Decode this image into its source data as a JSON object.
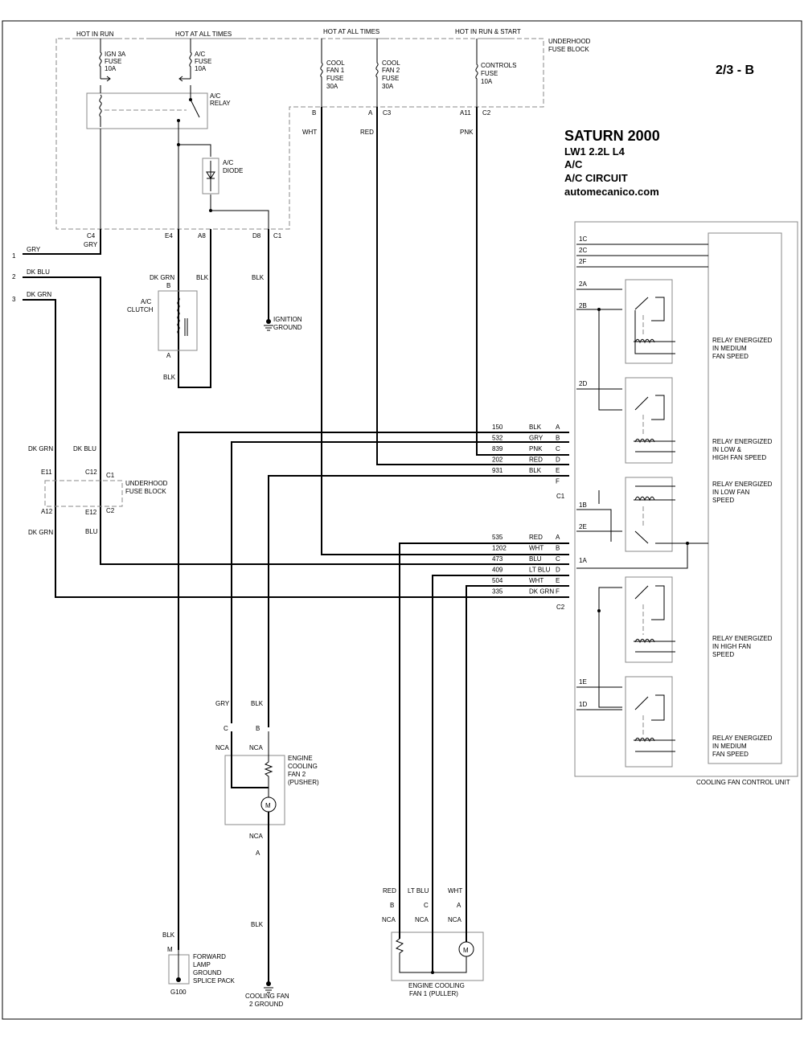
{
  "header": {
    "page": "2/3 - B",
    "make": "SATURN 2000",
    "engine": "LW1   2.2L  L4",
    "system": "A/C",
    "circuit": "A/C CIRCUIT",
    "site": "automecanico.com"
  },
  "power": {
    "hot_in_run": "HOT IN RUN",
    "hot_all_times_1": "HOT AT ALL TIMES",
    "hot_all_times_2": "HOT AT ALL TIMES",
    "hot_run_start": "HOT IN RUN & START"
  },
  "fuse_block": {
    "label1": "UNDERHOOD",
    "label2": "FUSE BLOCK"
  },
  "fuses": [
    {
      "l1": "IGN 3A",
      "l2": "FUSE",
      "l3": "10A"
    },
    {
      "l1": "A/C",
      "l2": "FUSE",
      "l3": "10A"
    },
    {
      "l1": "COOL",
      "l2": "FAN 1",
      "l3": "FUSE",
      "l4": "30A"
    },
    {
      "l1": "COOL",
      "l2": "FAN 2",
      "l3": "FUSE",
      "l4": "30A"
    },
    {
      "l1": "CONTROLS",
      "l2": "FUSE",
      "l3": "10A"
    }
  ],
  "ac_relay": {
    "l1": "A/C",
    "l2": "RELAY"
  },
  "ac_diode": {
    "l1": "A/C",
    "l2": "DIODE"
  },
  "ac_clutch": {
    "l1": "A/C",
    "l2": "CLUTCH"
  },
  "ignition_ground": {
    "l1": "IGNITION",
    "l2": "GROUND"
  },
  "top_pins": {
    "b": "B",
    "wht": "WHT",
    "a": "A",
    "c3": "C3",
    "red": "RED",
    "a11": "A11",
    "c2": "C2",
    "pnk": "PNK",
    "c4": "C4",
    "gry": "GRY",
    "e4": "E4",
    "a8": "A8",
    "d8": "D8",
    "c1": "C1",
    "dkgrn": "DK GRN",
    "blk": "BLK",
    "pin_b": "B",
    "pin_a": "A",
    "blk2": "BLK",
    "blk3": "BLK"
  },
  "left_wires": [
    {
      "num": "1",
      "color": "GRY"
    },
    {
      "num": "2",
      "color": "DK BLU"
    },
    {
      "num": "3",
      "color": "DK GRN"
    }
  ],
  "fb2": {
    "dkgrn": "DK GRN",
    "dkblu": "DK BLU",
    "e11": "E11",
    "c12": "C12",
    "c1": "C1",
    "l1": "UNDERHOOD",
    "l2": "FUSE BLOCK",
    "a12": "A12",
    "e12": "E12",
    "c2": "C2",
    "dkgrn2": "DK GRN",
    "blu": "BLU"
  },
  "connector_c1": {
    "label": "C1",
    "rows": [
      {
        "circuit": "150",
        "color": "BLK",
        "pin": "A"
      },
      {
        "circuit": "532",
        "color": "GRY",
        "pin": "B"
      },
      {
        "circuit": "839",
        "color": "PNK",
        "pin": "C"
      },
      {
        "circuit": "202",
        "color": "RED",
        "pin": "D"
      },
      {
        "circuit": "931",
        "color": "BLK",
        "pin": "E"
      },
      {
        "circuit": "",
        "color": "",
        "pin": "F"
      }
    ]
  },
  "connector_c2": {
    "label": "C2",
    "rows": [
      {
        "circuit": "535",
        "color": "RED",
        "pin": "A"
      },
      {
        "circuit": "1202",
        "color": "WHT",
        "pin": "B"
      },
      {
        "circuit": "473",
        "color": "BLU",
        "pin": "C"
      },
      {
        "circuit": "409",
        "color": "LT BLU",
        "pin": "D"
      },
      {
        "circuit": "504",
        "color": "WHT",
        "pin": "E"
      },
      {
        "circuit": "335",
        "color": "DK GRN",
        "pin": "F"
      }
    ]
  },
  "control_unit": {
    "label": "COOLING FAN CONTROL UNIT",
    "pins": [
      "1C",
      "2C",
      "2F",
      "2A",
      "2B",
      "2D",
      "1B",
      "2E",
      "1A",
      "1E",
      "1D"
    ],
    "relays": [
      {
        "l1": "RELAY ENERGIZED",
        "l2": "IN MEDIUM",
        "l3": "FAN SPEED"
      },
      {
        "l1": "RELAY ENERGIZED",
        "l2": "IN LOW &",
        "l3": "HIGH FAN SPEED"
      },
      {
        "l1": "RELAY ENERGIZED",
        "l2": "IN LOW FAN",
        "l3": "SPEED"
      },
      {
        "l1": "RELAY ENERGIZED",
        "l2": "IN HIGH FAN",
        "l3": "SPEED"
      },
      {
        "l1": "RELAY ENERGIZED",
        "l2": "IN MEDIUM",
        "l3": "FAN SPEED"
      }
    ]
  },
  "fan2": {
    "gry": "GRY",
    "blk": "BLK",
    "c": "C",
    "b": "B",
    "nca1": "NCA",
    "nca2": "NCA",
    "l1": "ENGINE",
    "l2": "COOLING",
    "l3": "FAN 2",
    "l4": "(PUSHER)",
    "nca3": "NCA",
    "a": "A",
    "blk2": "BLK",
    "gnd1": "COOLING FAN",
    "gnd2": "2 GROUND",
    "motor": "M"
  },
  "fan1": {
    "red": "RED",
    "ltblu": "LT BLU",
    "wht": "WHT",
    "b": "B",
    "c": "C",
    "a": "A",
    "nca1": "NCA",
    "nca2": "NCA",
    "nca3": "NCA",
    "l1": "ENGINE COOLING",
    "l2": "FAN 1 (PULLER)",
    "motor": "M"
  },
  "splice": {
    "blk": "BLK",
    "m": "M",
    "l1": "FORWARD",
    "l2": "LAMP",
    "l3": "GROUND",
    "l4": "SPLICE PACK",
    "g": "G100"
  }
}
